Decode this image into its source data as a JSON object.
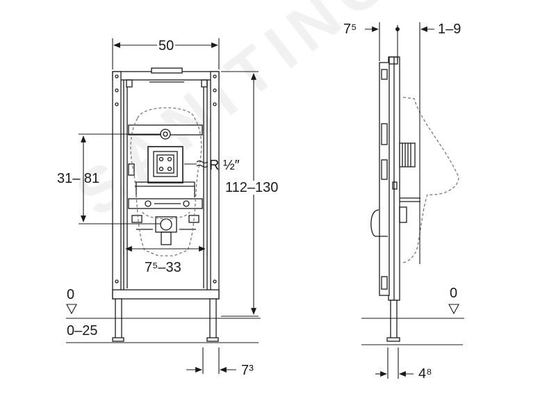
{
  "front_view": {
    "width_label": "50",
    "installation_height_label": "112–130",
    "outlet_height_label": "31– 81",
    "connection_label": "R ½″",
    "drain_offset_label": "7⁵–33",
    "floor_level_label": "0",
    "floor_adjust_label": "0–25",
    "foot_dim_label": "7³"
  },
  "side_view": {
    "front_offset_label": "7⁵",
    "depth_label": "1–9",
    "floor_level_label": "0",
    "foot_depth_label": "4⁸"
  },
  "watermark": "SANITINO",
  "colors": {
    "line": "#1a1a1a",
    "dash": "#777777",
    "frame_fill": "#ffffff"
  }
}
